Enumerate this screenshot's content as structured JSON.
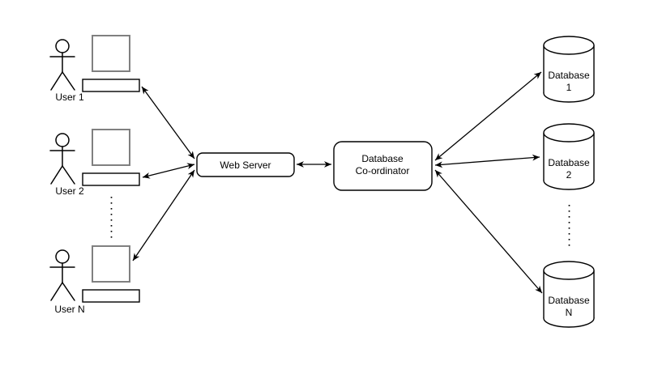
{
  "users": [
    {
      "label": "User 1"
    },
    {
      "label": "User 2"
    },
    {
      "label": "User N"
    }
  ],
  "web_server": {
    "label": "Web Server"
  },
  "coordinator": {
    "line1": "Database",
    "line2": "Co-ordinator"
  },
  "databases": [
    {
      "line1": "Database",
      "line2": "1"
    },
    {
      "line1": "Database",
      "line2": "2"
    },
    {
      "line1": "Database",
      "line2": "N"
    }
  ],
  "colors": {
    "line": "#000000",
    "monitor_stroke": "#808080",
    "background": "#ffffff"
  }
}
